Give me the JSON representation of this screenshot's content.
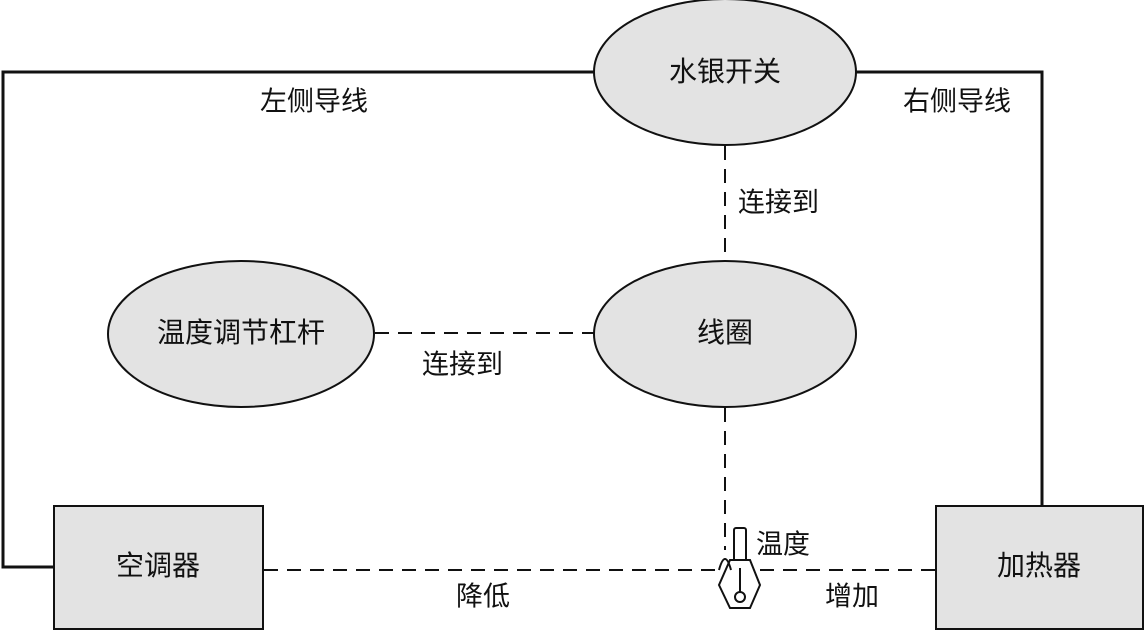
{
  "nodes": {
    "mercury_switch": "水银开关",
    "coil": "线圈",
    "temp_lever": "温度调节杠杆",
    "air_conditioner": "空调器",
    "heater": "加热器"
  },
  "edge_labels": {
    "left_wire": "左侧导线",
    "right_wire": "右侧导线",
    "switch_to_coil": "连接到",
    "lever_to_coil": "连接到",
    "temperature": "温度",
    "decrease": "降低",
    "increase": "增加"
  }
}
